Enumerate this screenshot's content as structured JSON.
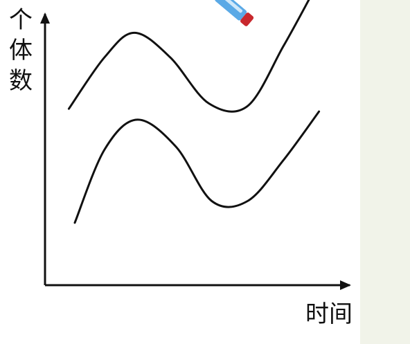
{
  "chart_data": {
    "type": "line",
    "title": "",
    "xlabel": "时间",
    "ylabel": "个体数",
    "xlim": [
      0,
      100
    ],
    "ylim": [
      0,
      100
    ],
    "grid": false,
    "legend": "none",
    "series": [
      {
        "color": "#111111",
        "points": [
          [
            8,
            65
          ],
          [
            20,
            84
          ],
          [
            30,
            93
          ],
          [
            42,
            84
          ],
          [
            55,
            67
          ],
          [
            68,
            66
          ],
          [
            80,
            88
          ],
          [
            89,
            106
          ]
        ]
      },
      {
        "color": "#111111",
        "points": [
          [
            10,
            23
          ],
          [
            20,
            50
          ],
          [
            31,
            61
          ],
          [
            44,
            51
          ],
          [
            56,
            31
          ],
          [
            68,
            31
          ],
          [
            80,
            46
          ],
          [
            92,
            64
          ]
        ]
      }
    ]
  },
  "decor": {
    "pen_icon": "pen-icon",
    "pen_colors": {
      "body": "#5aa9e6",
      "highlight": "#cfe8fa",
      "tip": "#c8282d"
    }
  }
}
